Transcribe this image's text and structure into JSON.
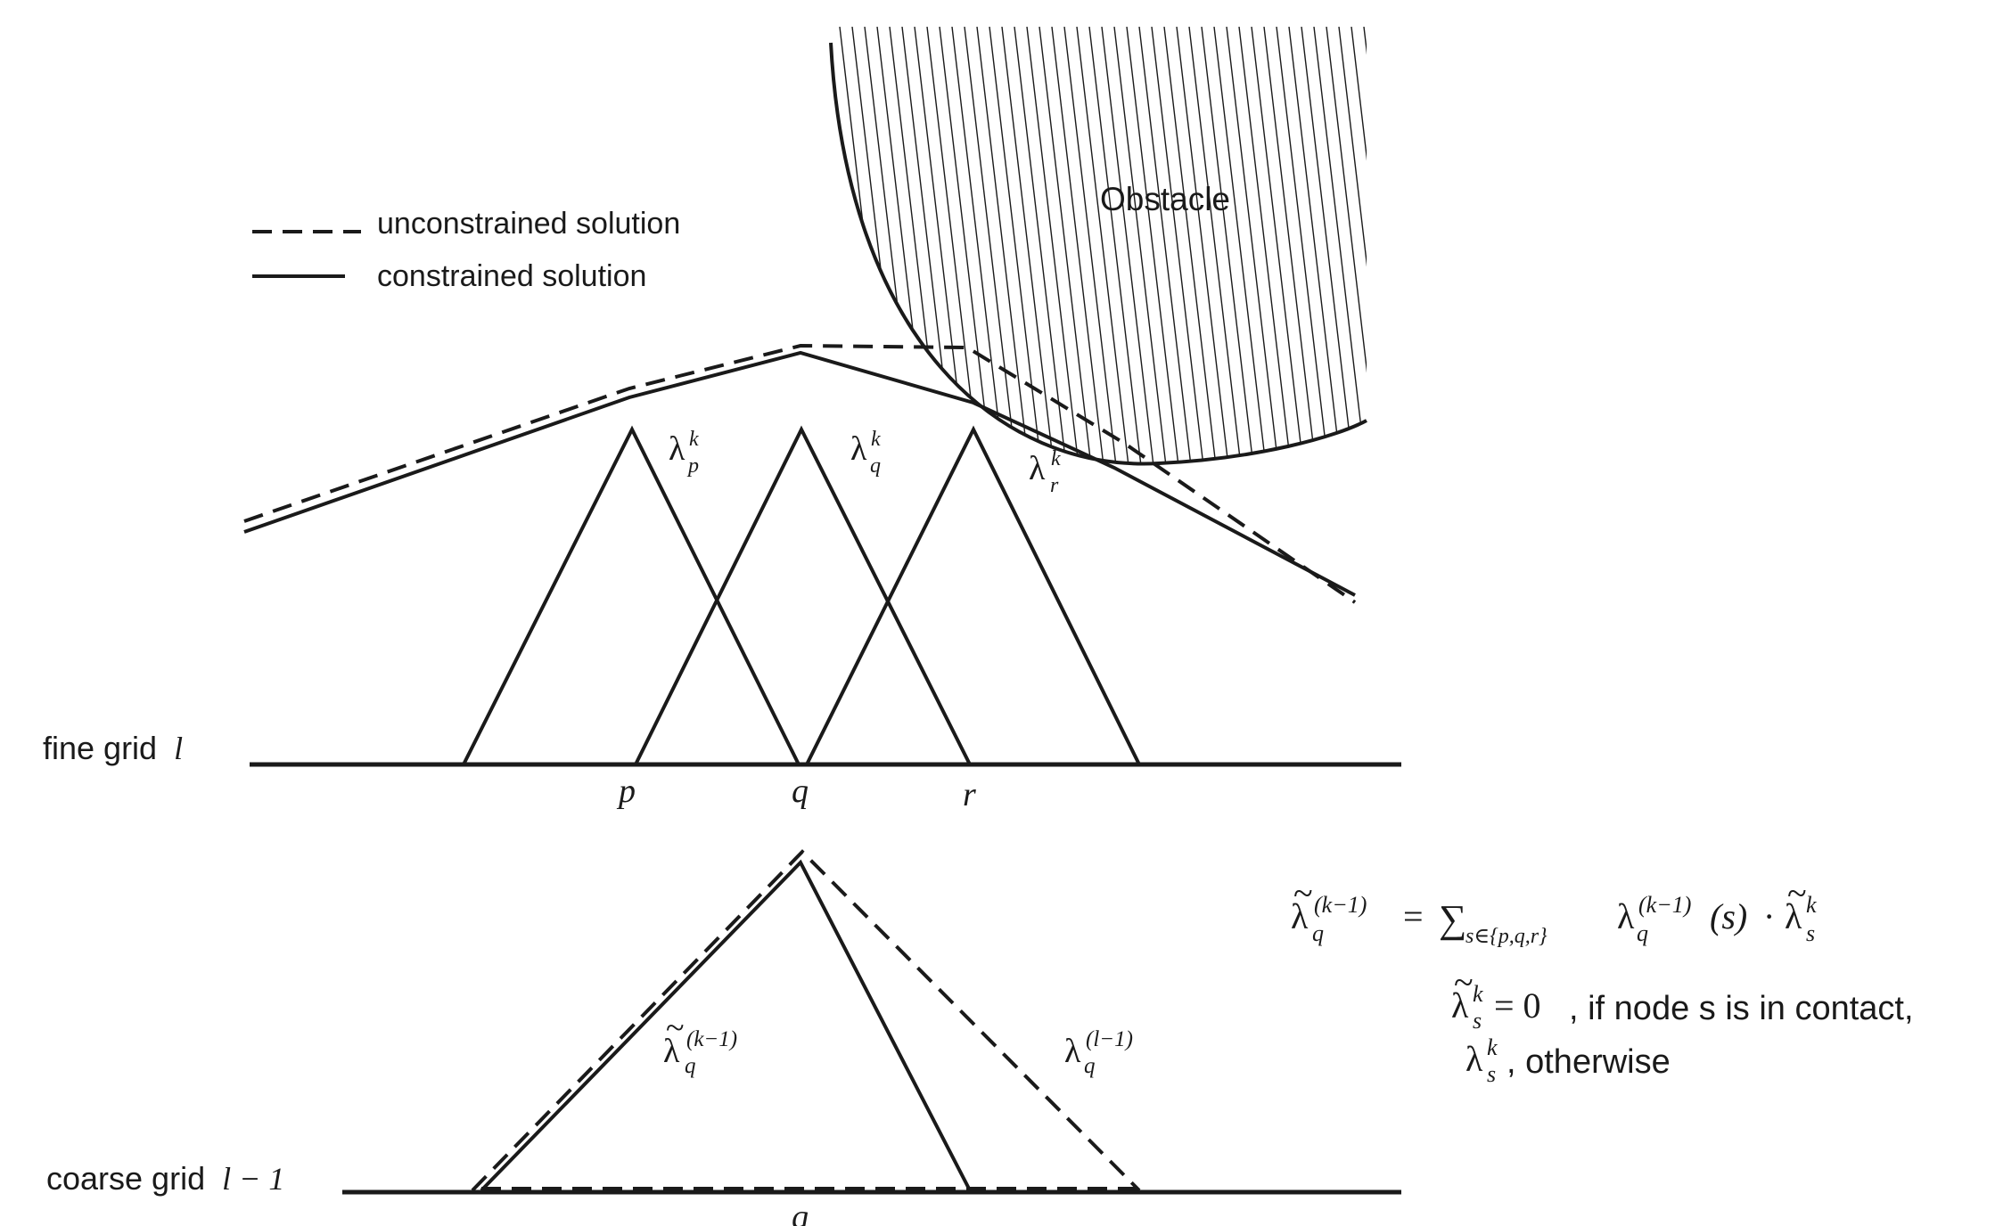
{
  "legend": {
    "unconstrained_label": "unconstrained solution",
    "constrained_label": "constrained solution"
  },
  "obstacle": {
    "label": "Obstacle"
  },
  "fine_grid": {
    "label": "fine grid",
    "level_symbol": "l",
    "node_p": "p",
    "node_q": "q",
    "node_r": "r",
    "basis_symbol": "λ",
    "basis_superscript": "k",
    "basis_p_sub": "p",
    "basis_q_sub": "q",
    "basis_r_sub": "r"
  },
  "coarse_grid": {
    "label": "coarse grid",
    "level_symbol": "l − 1",
    "node_q": "q",
    "truncated_sup": "(k−1)",
    "truncated_sub": "q",
    "standard_sup": "(l−1)",
    "standard_sub": "q"
  },
  "formula": {
    "lhs_sup": "(k−1)",
    "lhs_sub": "q",
    "equals": "=",
    "sum": "∑",
    "sum_index": "s∈{p,q,r}",
    "term_sup": "(k−1)",
    "term_sub": "q",
    "term_arg": "(s)",
    "dot": "·",
    "rhs_sup": "k",
    "rhs_sub": "s"
  },
  "conditions": {
    "line1_sub": "s",
    "line1_sup": "k",
    "line1_value": "= 0",
    "line1_text": ", if node s is in contact,",
    "line2_sub": "s",
    "line2_sup": "k",
    "line2_text": ", otherwise"
  }
}
